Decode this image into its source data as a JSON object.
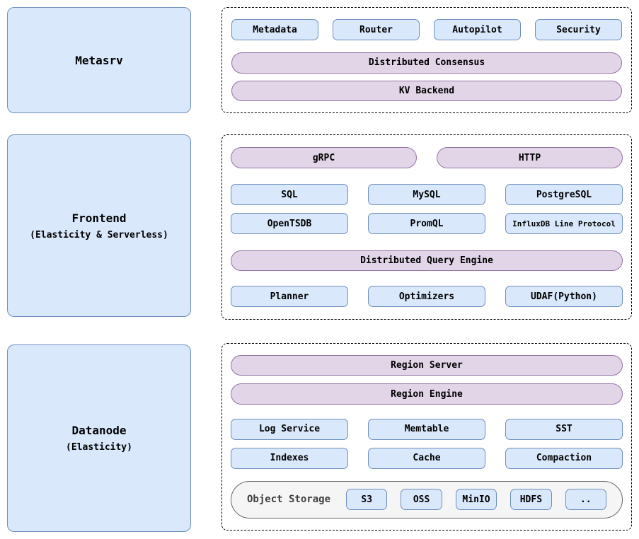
{
  "metasrv": {
    "title": "Metasrv",
    "components": [
      "Metadata",
      "Router",
      "Autopilot",
      "Security"
    ],
    "pills": [
      "Distributed Consensus",
      "KV Backend"
    ]
  },
  "frontend": {
    "title": "Frontend",
    "subtitle": "(Elasticity & Serverless)",
    "protocol_pills": [
      "gRPC",
      "HTTP"
    ],
    "protocols_row1": [
      "SQL",
      "MySQL",
      "PostgreSQL"
    ],
    "protocols_row2": [
      "OpenTSDB",
      "PromQL",
      "InfluxDB Line Protocol"
    ],
    "engine_pill": "Distributed Query Engine",
    "engine_components": [
      "Planner",
      "Optimizers",
      "UDAF(Python)"
    ]
  },
  "datanode": {
    "title": "Datanode",
    "subtitle": "(Elasticity)",
    "pills": [
      "Region Server",
      "Region Engine"
    ],
    "storage_row1": [
      "Log Service",
      "Memtable",
      "SST"
    ],
    "storage_row2": [
      "Indexes",
      "Cache",
      "Compaction"
    ],
    "object_storage": {
      "label": "Object Storage",
      "backends": [
        "S3",
        "OSS",
        "MinIO",
        "HDFS",
        ".."
      ]
    }
  },
  "colors": {
    "node_fill": "#dae8fc",
    "node_border": "#6c8ebf",
    "pill_fill": "#e1d5e7",
    "pill_border": "#9673a6",
    "storage_capsule_fill": "#f5f5f5",
    "storage_capsule_border": "#666666",
    "panel_border": "#000000",
    "text": "#000000",
    "storage_label_text": "#3f3f3f"
  }
}
